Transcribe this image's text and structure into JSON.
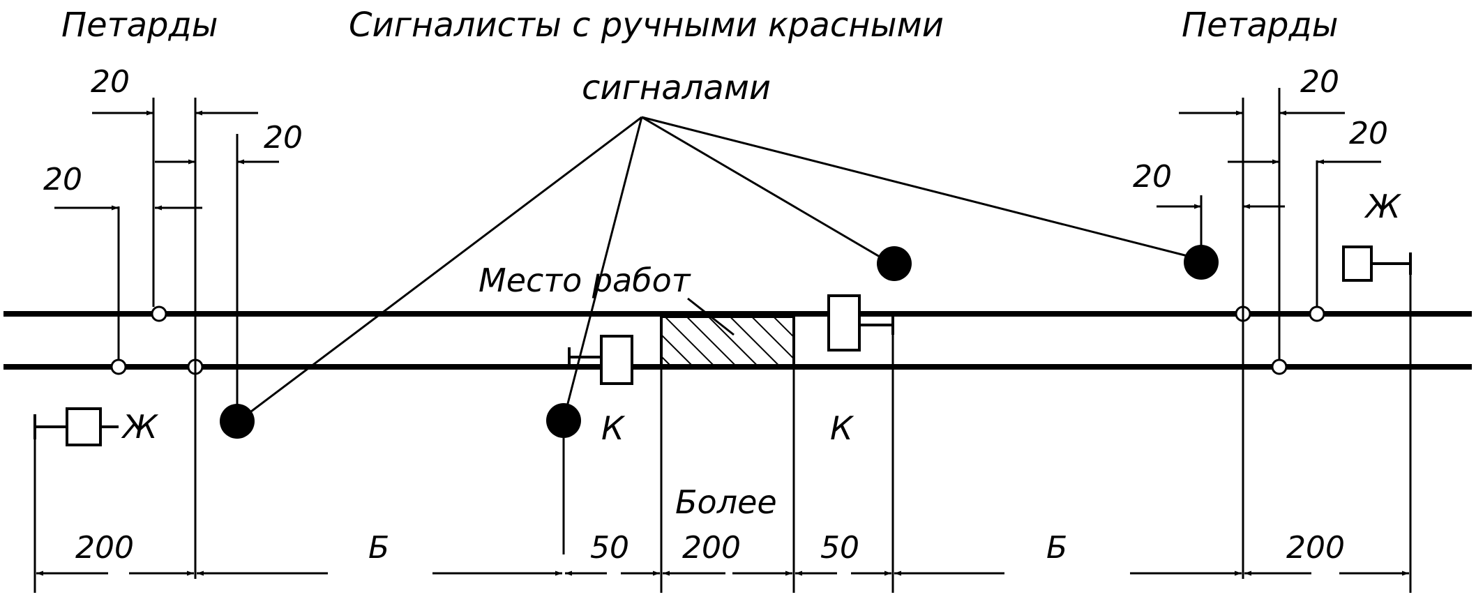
{
  "labels": {
    "petardy_left": "Петарды",
    "petardy_right": "Петарды",
    "signalmen_line1": "Сигналисты с ручными красными",
    "signalmen_line2": "сигналами",
    "work_site": "Место работ",
    "letter_zh_left": "Ж",
    "letter_zh_right": "Ж",
    "letter_k_left": "К",
    "letter_k_right": "К",
    "more_than": "Более"
  },
  "dimensions": {
    "top_left_upper": "20",
    "top_left_middle": "20",
    "top_left_lower": "20",
    "top_right_upper": "20",
    "top_right_middle": "20",
    "top_right_lower": "20",
    "bottom": [
      "200",
      "Б",
      "50",
      "200",
      "50",
      "Б",
      "200"
    ]
  },
  "colors": {
    "ink": "#000000",
    "paper": "#ffffff"
  }
}
